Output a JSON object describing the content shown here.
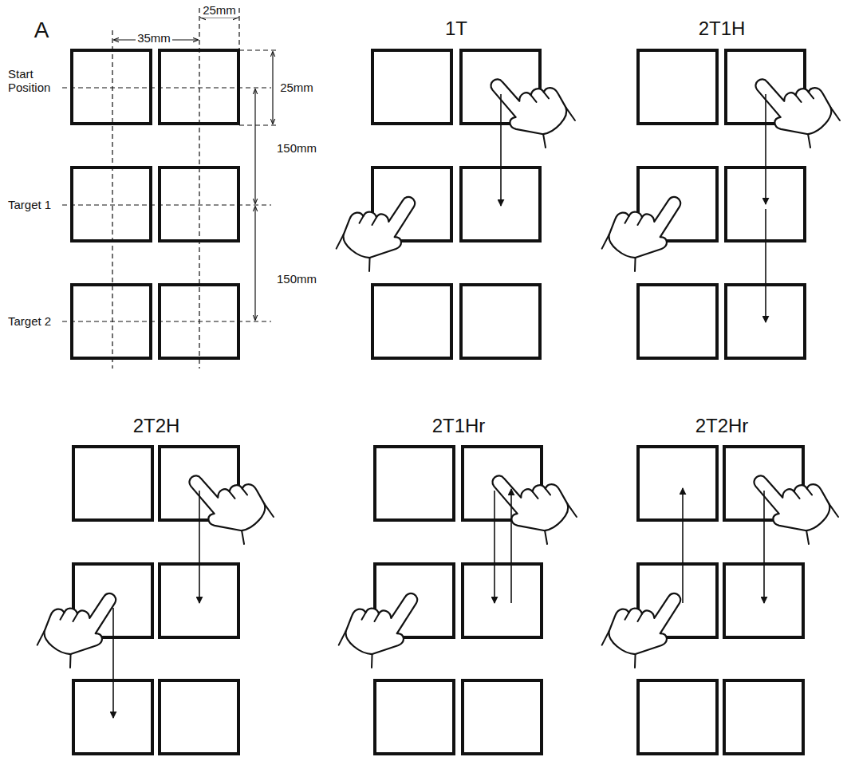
{
  "diagram": {
    "labels": [
      "A",
      "25mm",
      "35mm",
      "Start Position",
      "25mm",
      "150mm",
      "Target 1",
      "150mm",
      "Target 2",
      "1T",
      "2T1H",
      "2T2H",
      "2T1Hr",
      "2T2Hr"
    ]
  }
}
